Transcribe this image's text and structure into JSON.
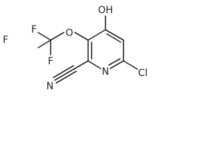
{
  "structure": {
    "labels": {
      "oh": "OH",
      "o": "O",
      "n_ring": "N",
      "n_nitrile": "N",
      "cl": "Cl",
      "f_top": "F",
      "f_left": "F",
      "f_bottom": "F"
    }
  }
}
